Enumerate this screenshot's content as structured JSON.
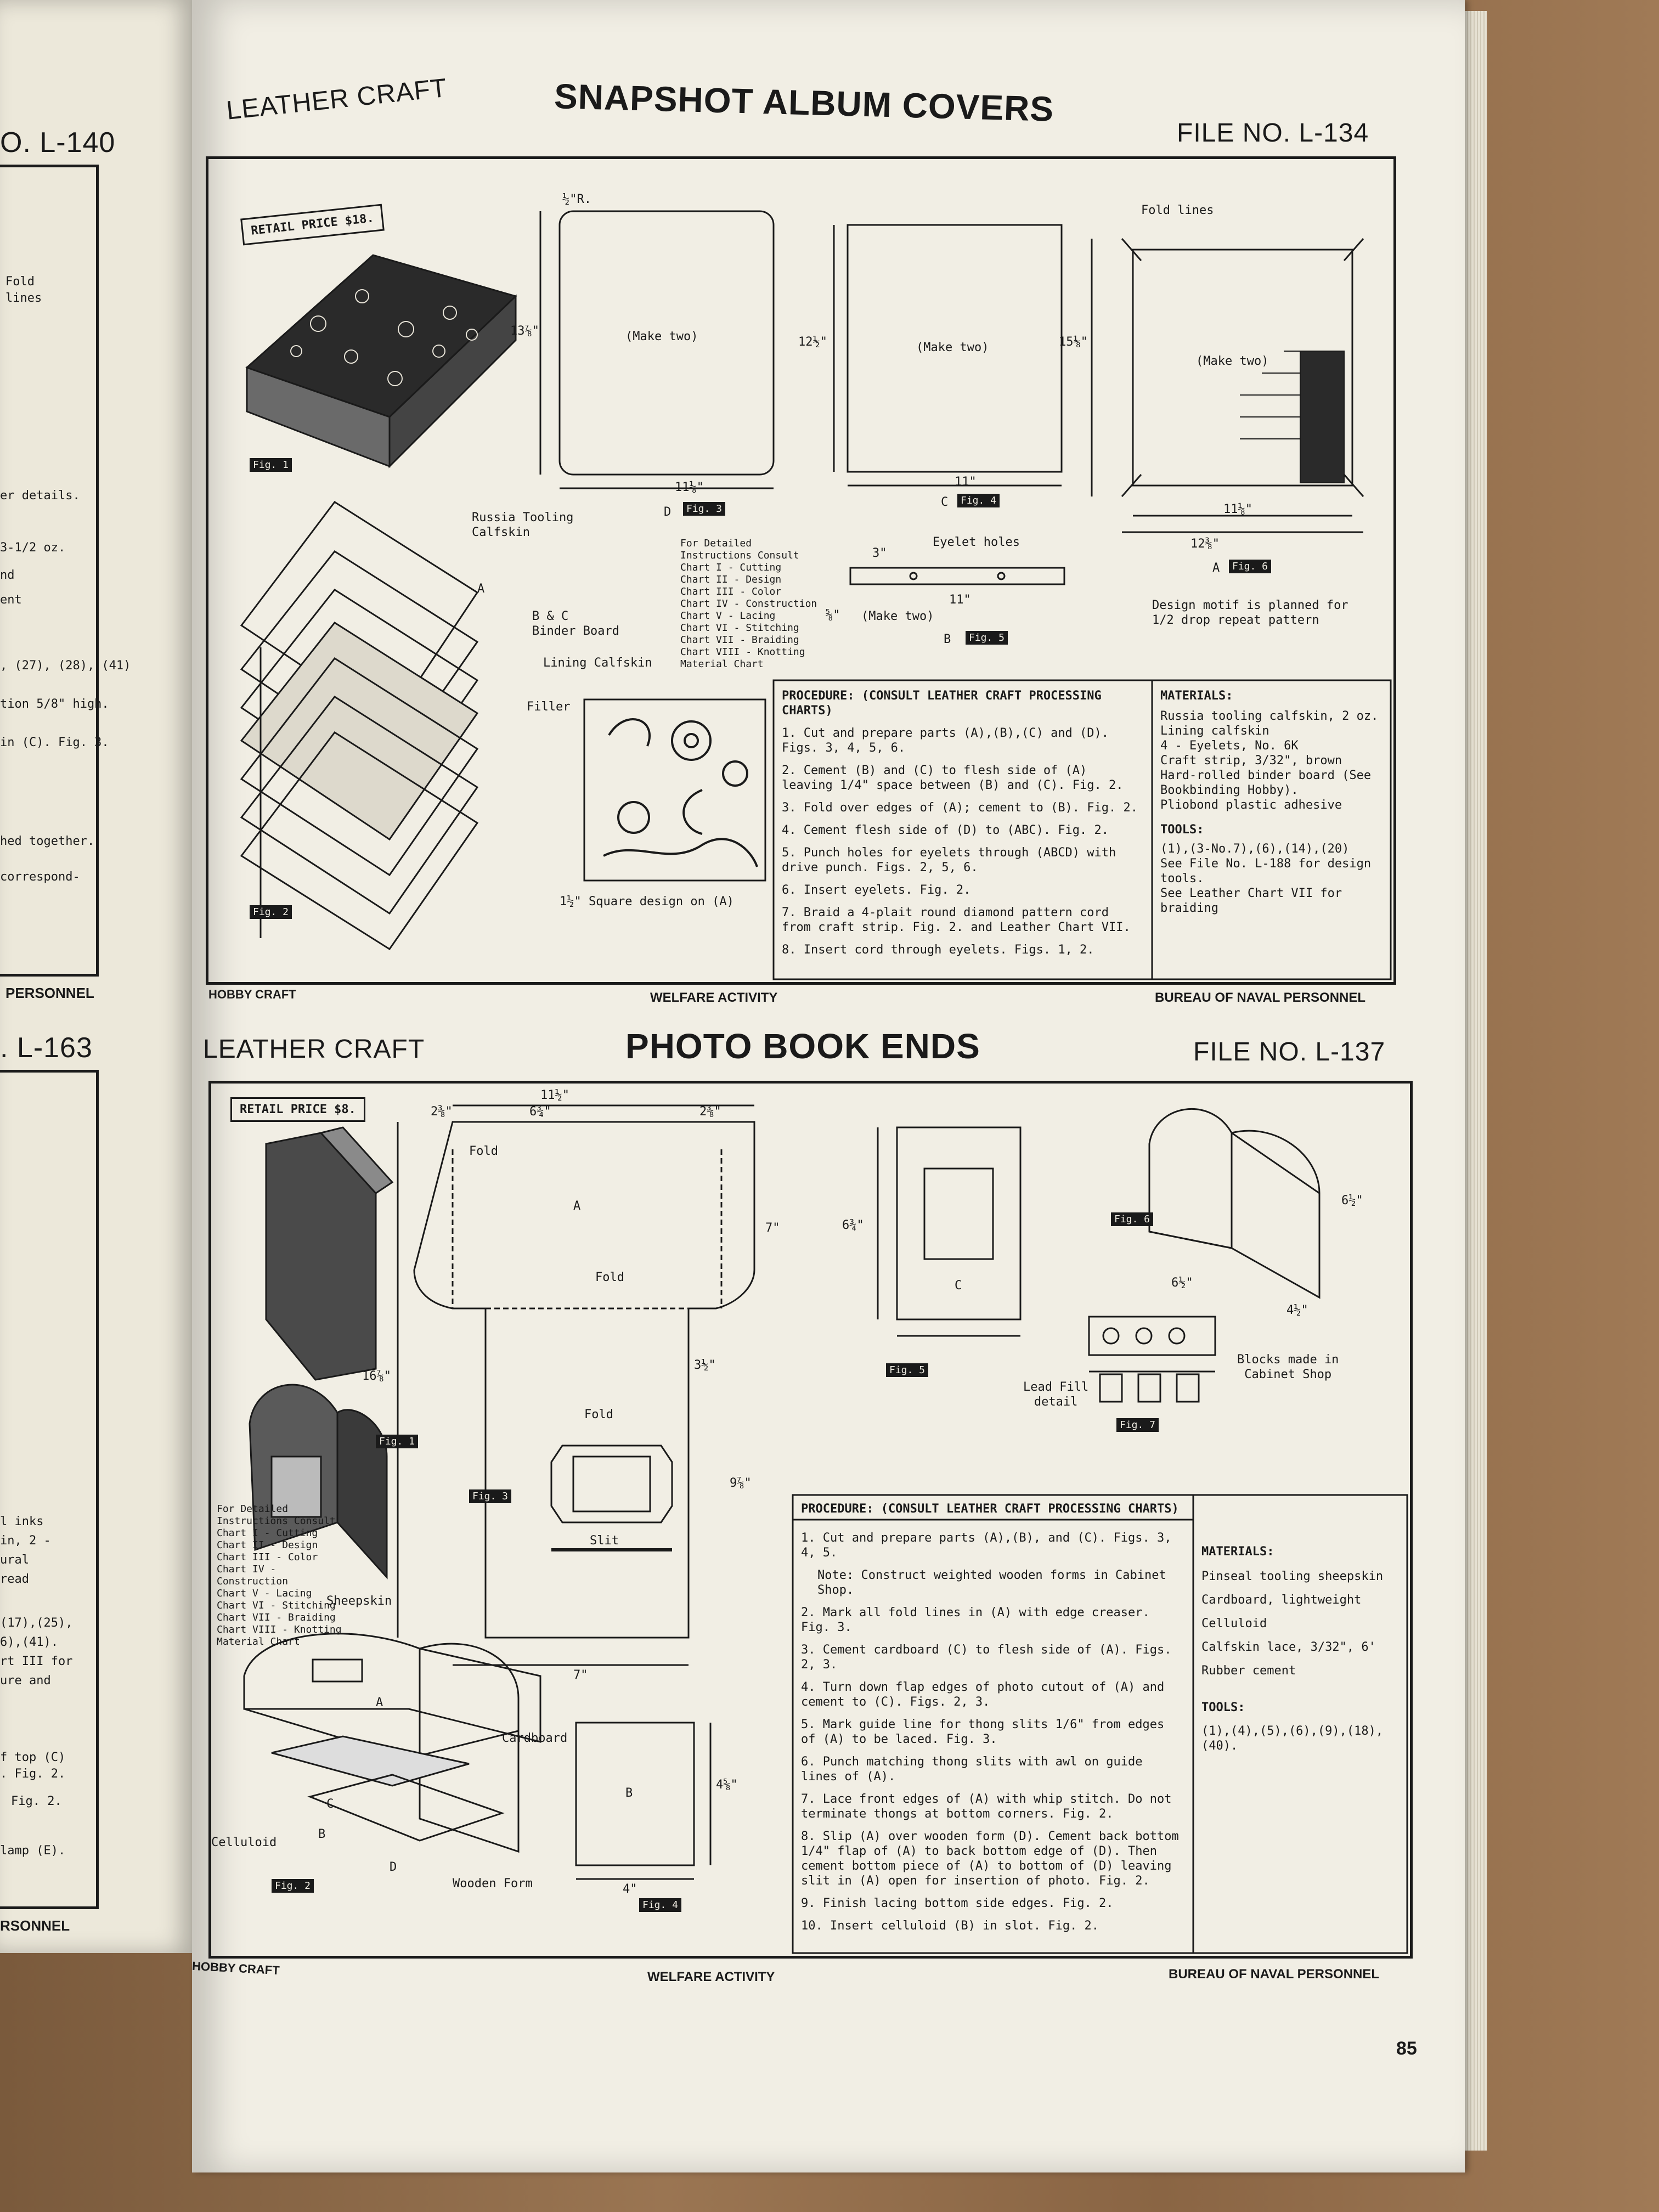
{
  "left_page": {
    "top_file": "O. L-140",
    "top_lines": [
      "Fold",
      "lines",
      "er details.",
      "3-1/2 oz.",
      "nd",
      "ent",
      ", (27), (28), (41)",
      "tion 5/8\" high.",
      "in (C). Fig. 3.",
      "hed together.",
      "correspond-"
    ],
    "top_personnel": "PERSONNEL",
    "bottom_file": ". L-163",
    "bottom_lines": [
      "l inks",
      "in, 2 -",
      "ural",
      "read",
      "(17),(25),",
      "6),(41).",
      "rt III for",
      "ure and",
      "f top (C)",
      ". Fig. 2.",
      "Fig. 2.",
      "lamp (E)."
    ],
    "bottom_personnel": "RSONNEL"
  },
  "top_sheet": {
    "category": "LEATHER CRAFT",
    "title": "SNAPSHOT ALBUM COVERS",
    "file_no": "FILE NO. L-134",
    "retail_price": "RETAIL PRICE $18.",
    "fig_labels": [
      "Fig. 1",
      "Fig. 2",
      "Fig. 3",
      "Fig. 4",
      "Fig. 5",
      "Fig. 6"
    ],
    "labels": {
      "russia_tooling": "Russia Tooling\nCalfskin",
      "bc_binder": "B & C\nBinder Board",
      "lining": "Lining Calfskin",
      "filler": "Filler",
      "make_two": "(Make two)",
      "fold_lines": "Fold lines",
      "eyelet_holes": "Eyelet holes",
      "square_design": "1½\" Square design on (A)",
      "design_motif": "Design motif is planned for\n1/2 drop repeat pattern",
      "part_d": "D",
      "part_c": "C",
      "part_b": "B",
      "part_a": "A",
      "dim_13_7_8": "13⅞\"",
      "dim_11_1_8": "11⅛\"",
      "dim_12_1_2": "12½\"",
      "dim_11": "11\"",
      "dim_15_1_8": "15⅛\"",
      "dim_12_3_8": "12⅜\"",
      "dim_half_r": "½\"R.",
      "dim_3": "3\"",
      "dim_5_8": "⅝\""
    },
    "consult_chart": [
      "For Detailed",
      "Instructions Consult",
      "Chart I - Cutting",
      "Chart II - Design",
      "Chart III - Color",
      "Chart IV - Construction",
      "Chart V - Lacing",
      "Chart VI - Stitching",
      "Chart VII - Braiding",
      "Chart VIII - Knotting",
      "Material Chart"
    ],
    "procedure_title": "PROCEDURE: (CONSULT LEATHER CRAFT PROCESSING CHARTS)",
    "procedure": [
      "1. Cut and prepare parts (A),(B),(C) and (D). Figs. 3, 4, 5, 6.",
      "2. Cement (B) and (C) to flesh side of (A) leaving 1/4\" space between (B) and (C). Fig. 2.",
      "3. Fold over edges of (A); cement to (B). Fig. 2.",
      "4. Cement flesh side of (D) to (ABC). Fig. 2.",
      "5. Punch holes for eyelets through (ABCD) with drive punch. Figs. 2, 5, 6.",
      "6. Insert eyelets. Fig. 2.",
      "7. Braid a 4-plait round diamond pattern cord from craft strip. Fig. 2. and Leather Chart VII.",
      "8. Insert cord through eyelets. Figs. 1, 2."
    ],
    "materials_title": "MATERIALS:",
    "materials": [
      "Russia tooling calfskin, 2 oz.",
      "Lining calfskin",
      "4 - Eyelets, No. 6K",
      "Craft strip, 3/32\", brown",
      "Hard-rolled binder board (See Bookbinding Hobby).",
      "Pliobond plastic adhesive"
    ],
    "tools_title": "TOOLS:",
    "tools": [
      "(1),(3-No.7),(6),(14),(20)",
      "See File No. L-188 for design tools.",
      "See Leather Chart VII for braiding"
    ],
    "footer_left": "HOBBY CRAFT",
    "footer_center": "WELFARE ACTIVITY",
    "footer_right": "BUREAU OF NAVAL PERSONNEL"
  },
  "bottom_sheet": {
    "category": "LEATHER CRAFT",
    "title": "PHOTO BOOK ENDS",
    "file_no": "FILE NO. L-137",
    "retail_price": "RETAIL PRICE $8.",
    "fig_labels": [
      "Fig. 1",
      "Fig. 2",
      "Fig. 3",
      "Fig. 4",
      "Fig. 5",
      "Fig. 6",
      "Fig. 7"
    ],
    "labels": {
      "fold": "Fold",
      "slit": "Slit",
      "sheepskin": "Sheepskin",
      "cardboard": "Cardboard",
      "celluloid": "Celluloid",
      "wooden_form": "Wooden Form",
      "lead_fill": "Lead Fill\ndetail",
      "blocks_made": "Blocks made in\nCabinet Shop",
      "part_a": "A",
      "part_b": "B",
      "part_c": "C",
      "part_d": "D",
      "dim_16_7_8": "16⅞\"",
      "dim_11_1_2": "11½\"",
      "dim_6_3_4": "6¾\"",
      "dim_2_3_8": "2⅜\"",
      "dim_7": "7\"",
      "dim_4": "4\"",
      "dim_4_5_8": "4⅝\"",
      "dim_6_1_2": "6½\"",
      "dim_4_1_2": "4½\"",
      "dim_9_7_8": "9⅞\"",
      "dim_3_1_2": "3½\""
    },
    "consult_chart": [
      "For Detailed",
      "Instructions Consult",
      "Chart I - Cutting",
      "Chart II - Design",
      "Chart III - Color",
      "Chart IV - Construction",
      "Chart V - Lacing",
      "Chart VI - Stitching",
      "Chart VII - Braiding",
      "Chart VIII - Knotting",
      "Material Chart"
    ],
    "procedure_title": "PROCEDURE: (CONSULT LEATHER CRAFT PROCESSING CHARTS)",
    "procedure": [
      "1. Cut and prepare parts (A),(B), and (C). Figs. 3, 4, 5.",
      "Note: Construct weighted wooden forms in Cabinet Shop.",
      "2. Mark all fold lines in (A) with edge creaser. Fig. 3.",
      "3. Cement cardboard (C) to flesh side of (A). Figs. 2, 3.",
      "4. Turn down flap edges of photo cutout of (A) and cement to (C). Figs. 2, 3.",
      "5. Mark guide line for thong slits 1/6\" from edges of (A) to be laced. Fig. 3.",
      "6. Punch matching thong slits with awl on guide lines of (A).",
      "7. Lace front edges of (A) with whip stitch. Do not terminate thongs at bottom corners. Fig. 2.",
      "8. Slip (A) over wooden form (D). Cement back bottom 1/4\" flap of (A) to back bottom edge of (D). Then cement bottom piece of (A) to bottom of (D) leaving slit in (A) open for insertion of photo. Fig. 2.",
      "9. Finish lacing bottom side edges. Fig. 2.",
      "10. Insert celluloid (B) in slot. Fig. 2."
    ],
    "materials_title": "MATERIALS:",
    "materials": [
      "Pinseal tooling sheepskin",
      "Cardboard, lightweight",
      "Celluloid",
      "Calfskin lace, 3/32\", 6'",
      "Rubber cement"
    ],
    "tools_title": "TOOLS:",
    "tools": [
      "(1),(4),(5),(6),(9),(18),",
      "(40)."
    ],
    "footer_left": "HOBBY CRAFT",
    "footer_center": "WELFARE ACTIVITY",
    "footer_right": "BUREAU OF NAVAL PERSONNEL"
  },
  "page_number": "85"
}
